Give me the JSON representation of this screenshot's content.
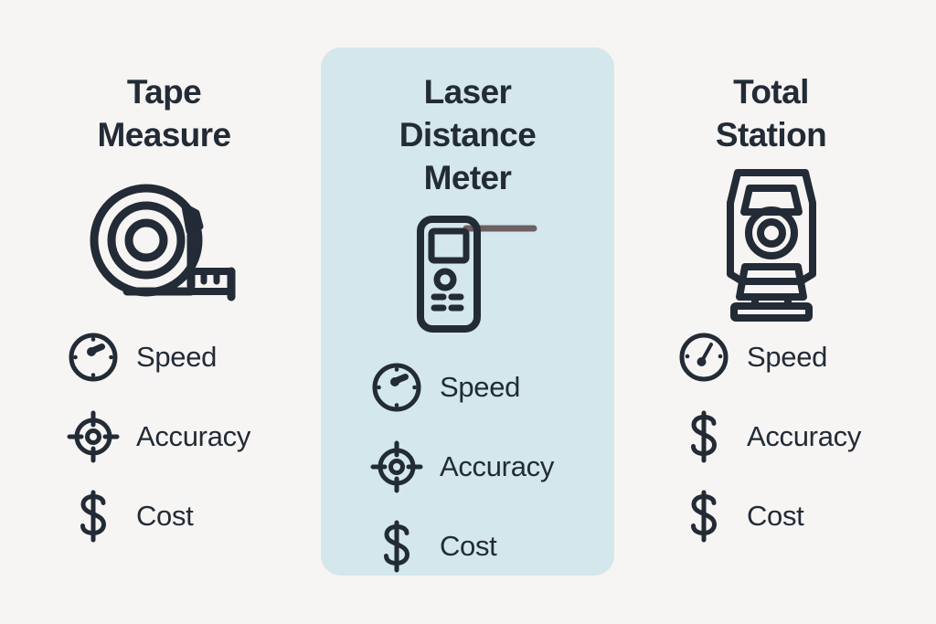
{
  "page": {
    "background_color": "#f7f5f3",
    "ink_color": "#222b36",
    "highlight_color": "#d3e7ec",
    "laser_beam_color": "#6e5f63"
  },
  "highlight": {
    "column_index": 1,
    "label": "Laser Distance Meter"
  },
  "columns": [
    {
      "title": "Tape\nMeasure",
      "artwork_icon": "tape-measure-icon",
      "highlighted": false,
      "attributes": [
        {
          "icon": "speedometer-icon",
          "label": "Speed"
        },
        {
          "icon": "crosshair-target-icon",
          "label": "Accuracy"
        },
        {
          "icon": "dollar-sign-icon",
          "label": "Cost"
        }
      ]
    },
    {
      "title": "Laser\nDistance\nMeter",
      "artwork_icon": "laser-distance-meter-icon",
      "highlighted": true,
      "attributes": [
        {
          "icon": "speedometer-icon",
          "label": "Speed"
        },
        {
          "icon": "crosshair-target-icon",
          "label": "Accuracy"
        },
        {
          "icon": "dollar-sign-icon",
          "label": "Cost"
        }
      ]
    },
    {
      "title": "Total\nStation",
      "artwork_icon": "total-station-icon",
      "highlighted": false,
      "attributes": [
        {
          "icon": "speedometer-slow-icon",
          "label": "Speed"
        },
        {
          "icon": "dollar-sign-icon",
          "label": "Accuracy"
        },
        {
          "icon": "dollar-sign-icon",
          "label": "Cost"
        }
      ]
    }
  ]
}
